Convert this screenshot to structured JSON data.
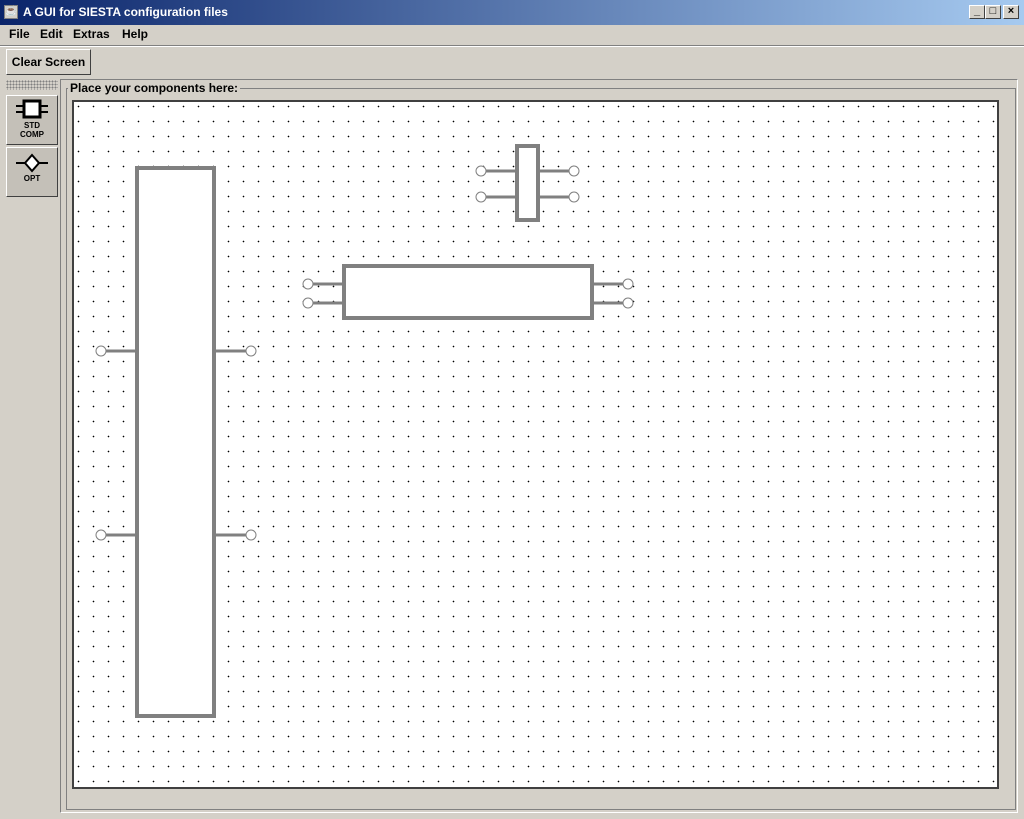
{
  "window": {
    "title": "A GUI for SIESTA configuration files",
    "icon": "java-icon",
    "controls": {
      "minimize": "_",
      "maximize": "□",
      "close": "×"
    }
  },
  "menu": [
    {
      "label": "File"
    },
    {
      "label": "Edit"
    },
    {
      "label": "Extras"
    },
    {
      "label": "Help"
    }
  ],
  "toolbar": {
    "clear_label": "Clear Screen"
  },
  "palette": {
    "std_comp": {
      "line1": "STD",
      "line2": "COMP",
      "icon": "std-component-icon"
    },
    "opt": {
      "label": "OPT",
      "icon": "opt-diamond-icon"
    }
  },
  "workspace": {
    "title": "Place your components here:"
  },
  "colors": {
    "title_start": "#0a246a",
    "title_end": "#a6caf0",
    "component_border": "#808080",
    "window_bg": "#d4d0c8"
  }
}
